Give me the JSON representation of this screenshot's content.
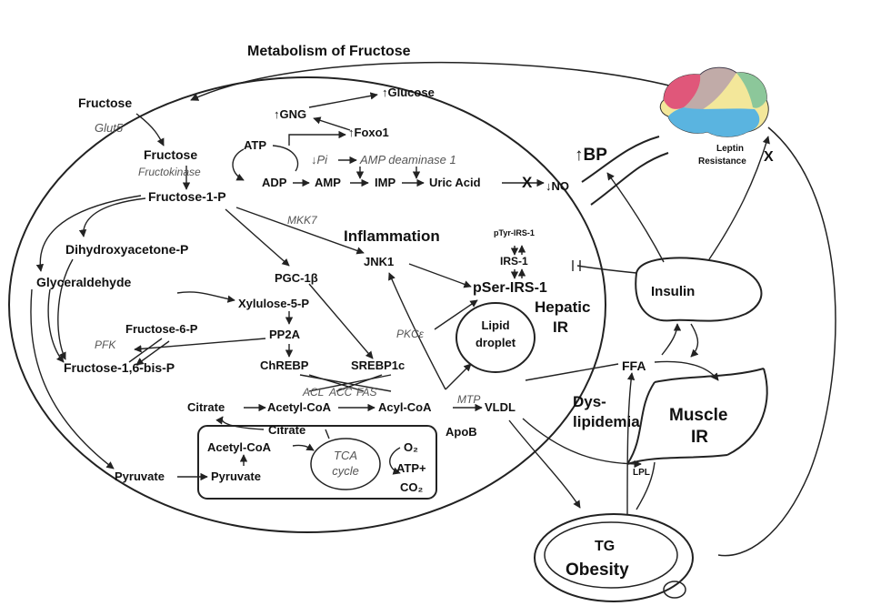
{
  "title": "Metabolism of Fructose",
  "nodes": {
    "fructose_outer": "Fructose",
    "glut5": "Glut5",
    "fructose_inner": "Fructose",
    "fructokinase": "Fructokinase",
    "atp": "ATP",
    "adp": "ADP",
    "amp": "AMP",
    "imp": "IMP",
    "uric_acid": "Uric Acid",
    "pi": "↓Pi",
    "amp_deaminase": "AMP deaminase 1",
    "gng": "↑GNG",
    "glucose": "↑Glucose",
    "foxo1": "↑Foxo1",
    "no": "↓NO",
    "x_no": "X",
    "bp": "↑BP",
    "fructose_1_p": "Fructose-1-P",
    "mkk7": "MKK7",
    "dihydroxyacetone_p": "Dihydroxyacetone-P",
    "glyceraldehyde": "Glyceraldehyde",
    "pgc1b": "PGC-1β",
    "jnk1": "JNK1",
    "inflammation": "Inflammation",
    "ptyr_irs1": "pTyr-IRS-1",
    "irs1": "IRS-1",
    "pser_irs1": "pSer-IRS-1",
    "hepatic_ir": "Hepatic IR",
    "hepatic": "Hepatic",
    "ir": "IR",
    "xylulose_5_p": "Xylulose-5-P",
    "fructose_6_p": "Fructose-6-P",
    "pfk": "PFK",
    "pp2a": "PP2A",
    "fructose_16_bis_p": "Fructose-1,6-bis-P",
    "chrebp": "ChREBP",
    "srebp1c": "SREBP1c",
    "pkce": "PKCε",
    "lipid": "Lipid",
    "droplet": "droplet",
    "acl": "ACL",
    "acc": "ACC",
    "fas": "FAS",
    "citrate_top": "Citrate",
    "acetyl_coa_top": "Acetyl-CoA",
    "acyl_coa": "Acyl-CoA",
    "mtp": "MTP",
    "vldl": "VLDL",
    "apob": "ApoB",
    "citrate_mito": "Citrate",
    "acetyl_coa_mito": "Acetyl-CoA",
    "tca": "TCA",
    "cycle": "cycle",
    "o2": "O₂",
    "atp_mito": "ATP+",
    "co2": "CO₂",
    "pyruvate_outer": "Pyruvate",
    "pyruvate_mito": "Pyruvate",
    "insulin": "Insulin",
    "ffa": "FFA",
    "dys": "Dys-",
    "lipidemia": "lipidemia",
    "muscle": "Muscle",
    "muscle_ir": "IR",
    "lpl": "LPL",
    "tg": "TG",
    "obesity": "Obesity",
    "leptin": "Leptin",
    "resistance": "Resistance",
    "x_leptin": "X"
  },
  "colors": {
    "brain_pink": "#e0577a",
    "brain_yellow": "#f3e79a",
    "brain_blue": "#5ab4e0",
    "brain_purple": "#8f6fb5",
    "brain_green": "#8cc79a",
    "line": "#222222"
  }
}
